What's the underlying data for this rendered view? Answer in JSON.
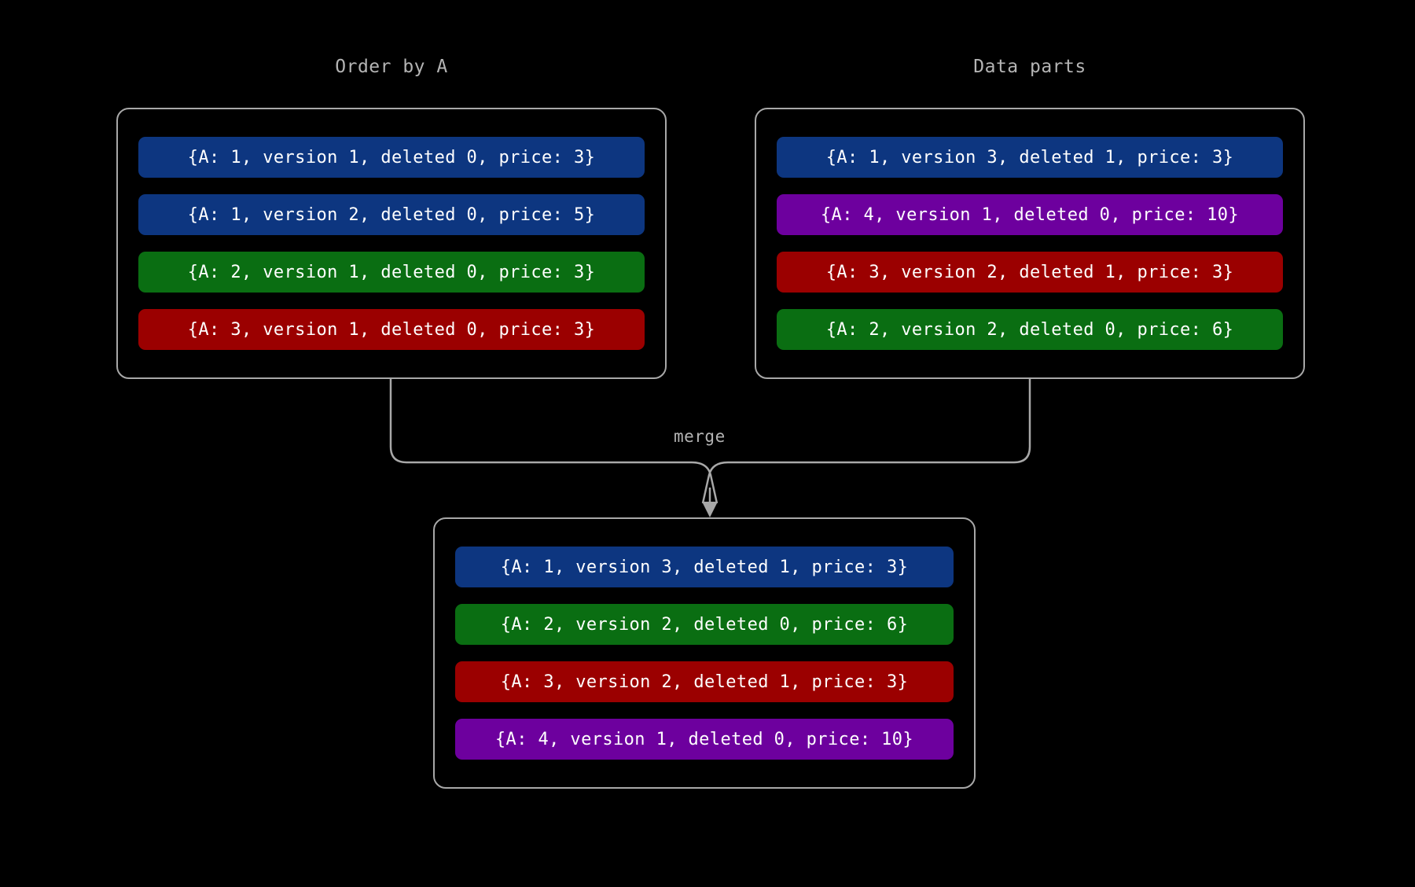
{
  "canvas": {
    "background": "#000000",
    "border_color": "#a8a8a8",
    "text_color": "#b4b4b4"
  },
  "palette": {
    "blue": "#0d3680",
    "green": "#0a6e12",
    "red": "#9b0000",
    "purple": "#6d009e"
  },
  "groups": [
    {
      "id": "order-by-a",
      "title": "Order by A",
      "rows": [
        {
          "text": "{A: 1, version 1, deleted 0, price: 3}",
          "color": "#0d3680",
          "color_name": "blue"
        },
        {
          "text": "{A: 1, version 2, deleted 0, price: 5}",
          "color": "#0d3680",
          "color_name": "blue"
        },
        {
          "text": "{A: 2, version 1, deleted 0, price: 3}",
          "color": "#0a6e12",
          "color_name": "green"
        },
        {
          "text": "{A: 3, version 1, deleted 0, price: 3}",
          "color": "#9b0000",
          "color_name": "red"
        }
      ]
    },
    {
      "id": "data-parts",
      "title": "Data parts",
      "rows": [
        {
          "text": "{A: 1, version 3, deleted 1, price: 3}",
          "color": "#0d3680",
          "color_name": "blue"
        },
        {
          "text": "{A: 4, version 1, deleted 0, price: 10}",
          "color": "#6d009e",
          "color_name": "purple"
        },
        {
          "text": "{A: 3, version 2, deleted 1, price: 3}",
          "color": "#9b0000",
          "color_name": "red"
        },
        {
          "text": "{A: 2, version 2, deleted 0, price: 6}",
          "color": "#0a6e12",
          "color_name": "green"
        }
      ]
    },
    {
      "id": "merged-result",
      "title": "",
      "rows": [
        {
          "text": "{A: 1, version 3, deleted 1, price: 3}",
          "color": "#0d3680",
          "color_name": "blue"
        },
        {
          "text": "{A: 2, version 2, deleted 0, price: 6}",
          "color": "#0a6e12",
          "color_name": "green"
        },
        {
          "text": "{A: 3, version 2, deleted 1, price: 3}",
          "color": "#9b0000",
          "color_name": "red"
        },
        {
          "text": "{A: 4, version 1, deleted 0, price: 10}",
          "color": "#6d009e",
          "color_name": "purple"
        }
      ]
    }
  ],
  "connector": {
    "label": "merge",
    "line_color": "#a8a8a8",
    "arrow": "down-arrow-head"
  }
}
